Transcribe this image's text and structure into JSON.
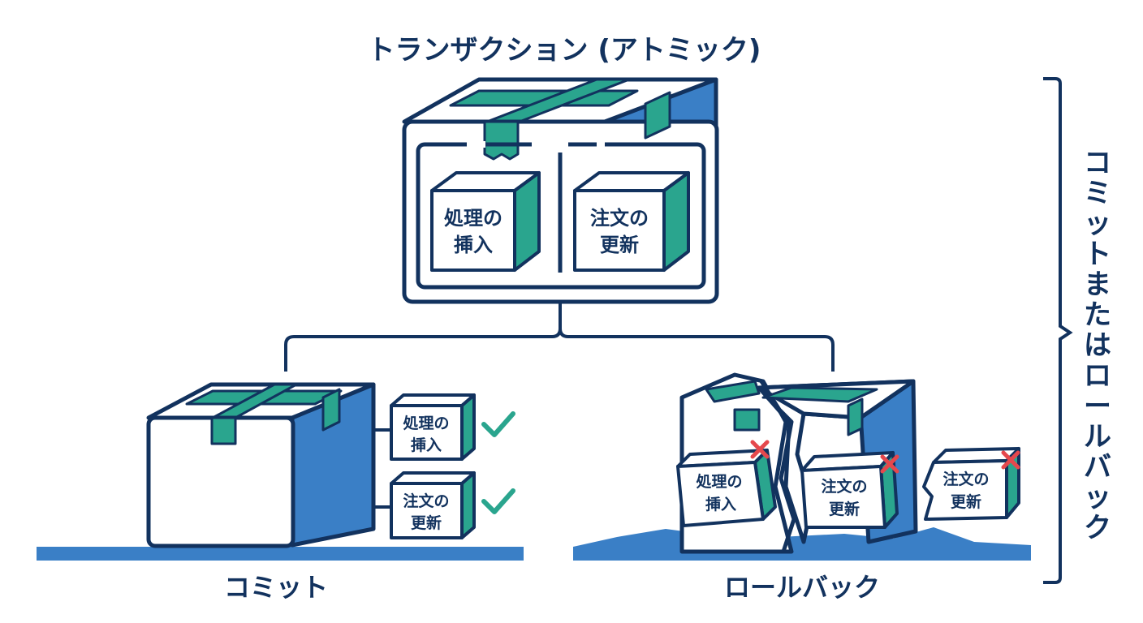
{
  "title": "トランザクション (アトミック)",
  "side_label": "コミットまたはロールバック",
  "commit": {
    "label": "コミット",
    "op1": [
      "処理の",
      "挿入"
    ],
    "op2": [
      "注文の",
      "更新"
    ]
  },
  "rollback": {
    "label": "ロールバック",
    "op1": [
      "処理の",
      "挿入"
    ],
    "op2": [
      "注文の",
      "更新"
    ],
    "op3": [
      "注文の",
      "更新"
    ]
  },
  "transaction": {
    "op1": [
      "処理の",
      "挿入"
    ],
    "op2": [
      "注文の",
      "更新"
    ]
  },
  "colors": {
    "navy": "#12325e",
    "blue": "#3a7fc6",
    "teal": "#2aa58e",
    "red": "#e5484d",
    "white": "#ffffff"
  }
}
